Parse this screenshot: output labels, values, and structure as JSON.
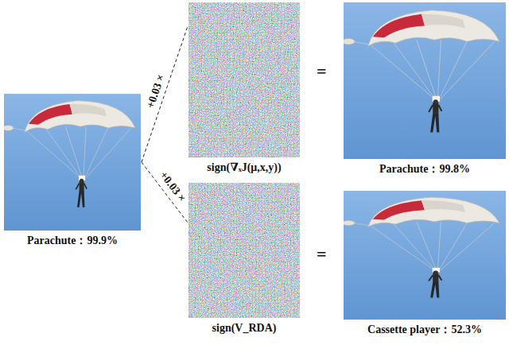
{
  "diagram": {
    "nodes": [
      {
        "text": [
          "Parachute：99.9%"
        ]
      },
      {
        "text": [
          "sign(∇ₓJ(μ,x,y))"
        ]
      },
      {
        "text": [
          "sign(V_RDA)"
        ]
      },
      {
        "text": [
          "Parachute：99.8%"
        ]
      },
      {
        "text": [
          "Cassette player：52.3%"
        ]
      }
    ],
    "edges": [
      {
        "from": 0,
        "to": 1,
        "label": "+0.03 ×",
        "arrow": "none"
      },
      {
        "from": 0,
        "to": 2,
        "label": "+0.03 ×",
        "arrow": "none"
      }
    ],
    "labels": [
      "=",
      "="
    ]
  }
}
